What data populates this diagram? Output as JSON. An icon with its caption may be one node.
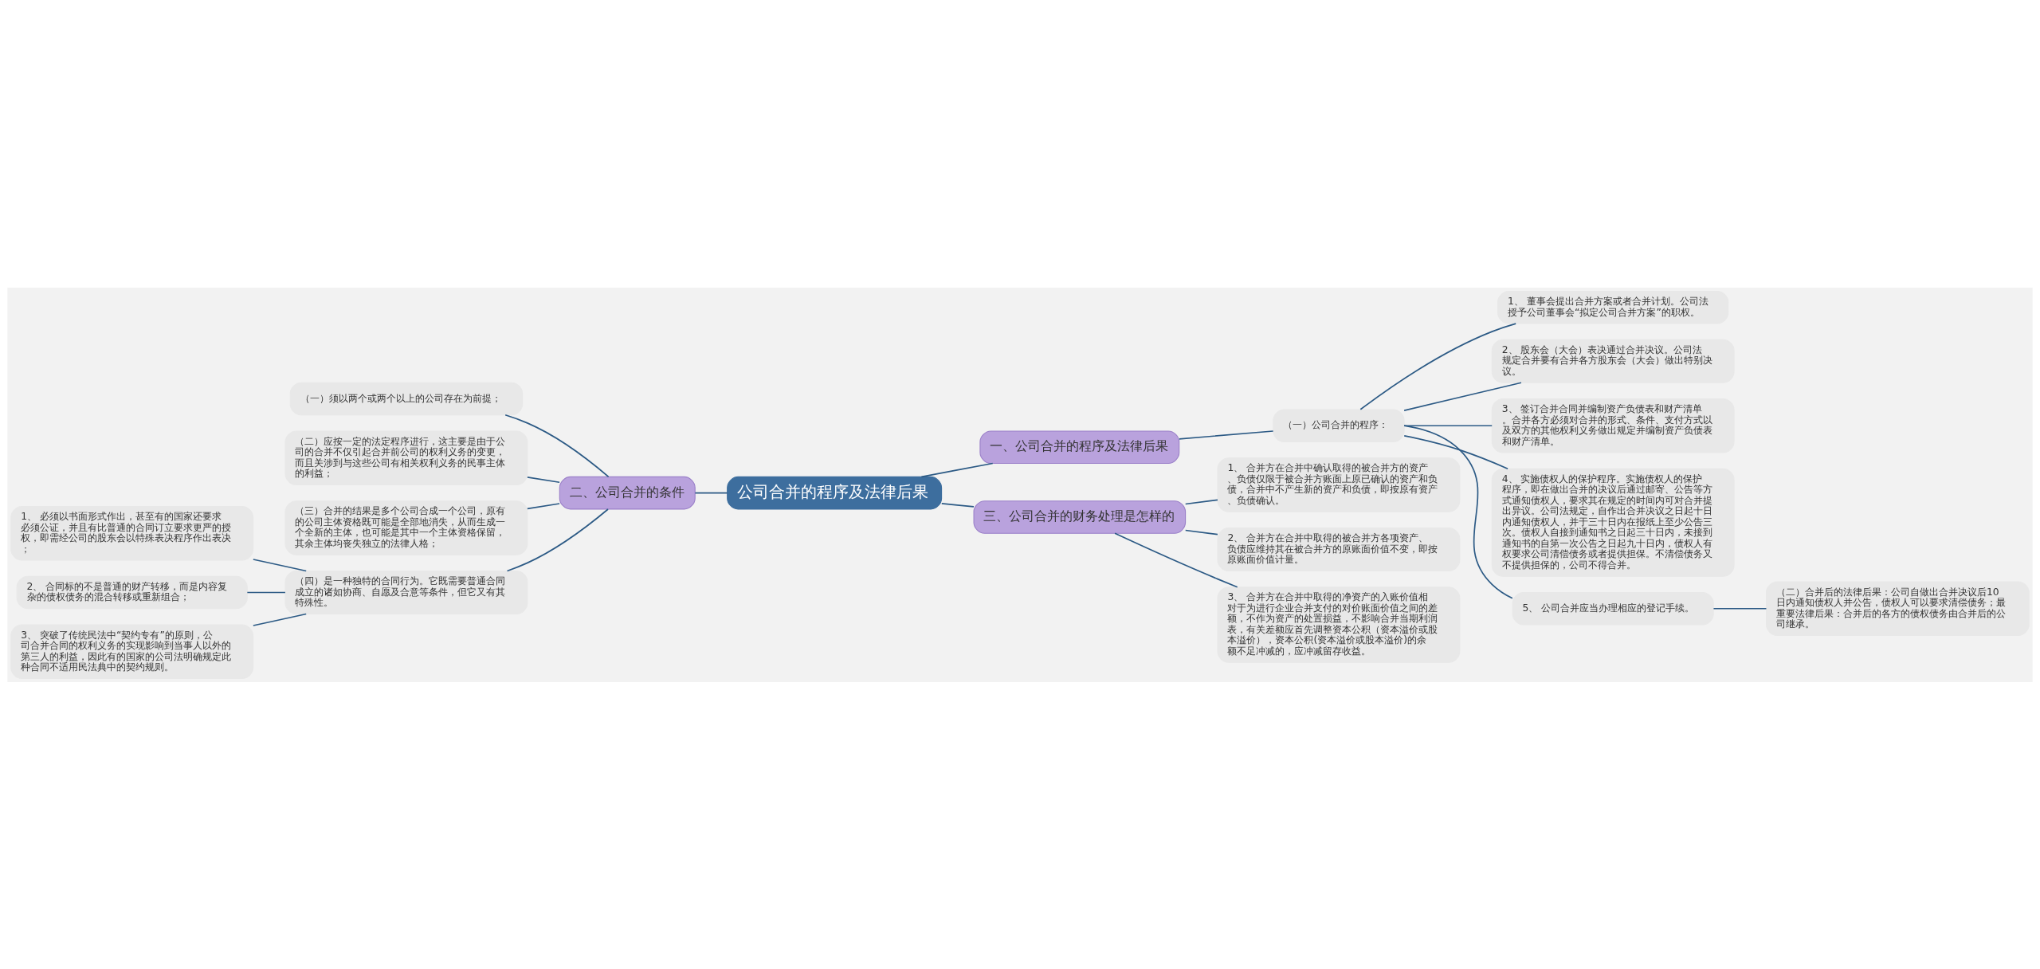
{
  "diagram": {
    "nodes": [
      {
        "text": [
          "公司合并的程序及法律后果"
        ]
      },
      {
        "text": [
          "一、公司合并的程序及法律后果"
        ]
      },
      {
        "text": [
          "（一）公司合并的程序："
        ]
      },
      {
        "text": [
          "1、 董事会提出合并方案或者合并计划。公司法授予公司董事会“拟定公司合并方案”的职权。"
        ]
      },
      {
        "text": [
          "2、 股东会（大会）表决通过合并决议。公司法规定合并要有合并各方股东会（大会）做出特别决议。"
        ]
      },
      {
        "text": [
          "3、 签订合并合同并编制资产负债表和财产清单。合并各方必须对合并的形式、条件、支付方式以及双方的其他权利义务做出规定并编制资产负债表和财产清单。"
        ]
      },
      {
        "text": [
          "4、 实施债权人的保护程序。实施债权人的保护程序，即在做出合并的决议后通过邮寄、公告等方式通知债权人，要求其在规定的时间内可对合并提出异议。公司法规定，自作出合并决议之日起十日内通知债权人，并于三十日内在报纸上至少公告三次。债权人自接到通知书之日起三十日内，未接到通知书的自第一次公告之日起九十日内，债权人有权要求公司清偿债务或者提供担保。不清偿债务又不提供担保的，公司不得合并。"
        ]
      },
      {
        "text": [
          "5、 公司合并应当办理相应的登记手续。"
        ]
      },
      {
        "text": [
          "（二）合并后的法律后果：公司自做出合并决议后10日内通知债权人并公告，债权人可以要求清偿债务；最重要法律后果：合并后的各方的债权债务由合并后的公司继承。"
        ]
      },
      {
        "text": [
          "三、公司合并的财务处理是怎样的"
        ]
      },
      {
        "text": [
          "1、 合并方在合并中确认取得的被合并方的资产、负债仅限于被合并方账面上原已确认的资产和负债，合并中不产生新的资产和负债，即按原有资产、负债确认。"
        ]
      },
      {
        "text": [
          "2、 合并方在合并中取得的被合并方各项资产、负债应维持其在被合并方的原账面价值不变，即按原账面价值计量。"
        ]
      },
      {
        "text": [
          "3、 合并方在合并中取得的净资产的入账价值相对于为进行企业合并支付的对价账面价值之间的差额，不作为资产的处置损益，不影响合并当期利润表，有关差额应首先调整资本公积（资本溢价或股本溢价），资本公积(资本溢价或股本溢价)的余额不足冲减的，应冲减留存收益。"
        ]
      },
      {
        "text": [
          "二、公司合并的条件"
        ]
      },
      {
        "text": [
          "（一）须以两个或两个以上的公司存在为前提；"
        ]
      },
      {
        "text": [
          "（二）应按一定的法定程序进行，这主要是由于公司的合并不仅引起合并前公司的权利义务的变更，而且关涉到与这些公司有相关权利义务的民事主体的利益；"
        ]
      },
      {
        "text": [
          "（三）合并的结果是多个公司合成一个公司，原有的公司主体资格既可能是全部地消失，从而生成一个全新的主体，也可能是其中一个主体资格保留，其余主体均丧失独立的法律人格；"
        ]
      },
      {
        "text": [
          "（四）是一种独特的合同行为。它既需要普通合同成立的诸如协商、自愿及合意等条件，但它又有其特殊性。"
        ]
      },
      {
        "text": [
          "1、 必须以书面形式作出，甚至有的国家还要求必须公证，并且有比普通的合同订立要求更严的授权，即需经公司的股东会以特殊表决程序作出表决；"
        ]
      },
      {
        "text": [
          "2、 合同标的不是普通的财产转移，而是内容复杂的债权债务的混合转移或重新组合；"
        ]
      },
      {
        "text": [
          "3、 突破了传统民法中“契约专有”的原则，公司合并合同的权利义务的实现影响到当事人以外的第三人的利益，因此有的国家的公司法明确规定此种合同不适用民法典中的契约规则。"
        ]
      }
    ],
    "edges": [
      {
        "from": 0,
        "to": 1,
        "arrow": "none"
      },
      {
        "from": 1,
        "to": 2,
        "arrow": "none"
      },
      {
        "from": 2,
        "to": 3,
        "arrow": "none"
      },
      {
        "from": 2,
        "to": 4,
        "arrow": "none"
      },
      {
        "from": 2,
        "to": 5,
        "arrow": "none"
      },
      {
        "from": 2,
        "to": 6,
        "arrow": "none"
      },
      {
        "from": 2,
        "to": 7,
        "arrow": "none"
      },
      {
        "from": 7,
        "to": 8,
        "arrow": "none"
      },
      {
        "from": 0,
        "to": 9,
        "arrow": "none"
      },
      {
        "from": 9,
        "to": 10,
        "arrow": "none"
      },
      {
        "from": 9,
        "to": 11,
        "arrow": "none"
      },
      {
        "from": 9,
        "to": 12,
        "arrow": "none"
      },
      {
        "from": 0,
        "to": 13,
        "arrow": "none"
      },
      {
        "from": 13,
        "to": 14,
        "arrow": "none"
      },
      {
        "from": 13,
        "to": 15,
        "arrow": "none"
      },
      {
        "from": 13,
        "to": 16,
        "arrow": "none"
      },
      {
        "from": 13,
        "to": 17,
        "arrow": "none"
      },
      {
        "from": 17,
        "to": 18,
        "arrow": "none"
      },
      {
        "from": 17,
        "to": 19,
        "arrow": "none"
      },
      {
        "from": 17,
        "to": 20,
        "arrow": "none"
      }
    ]
  }
}
